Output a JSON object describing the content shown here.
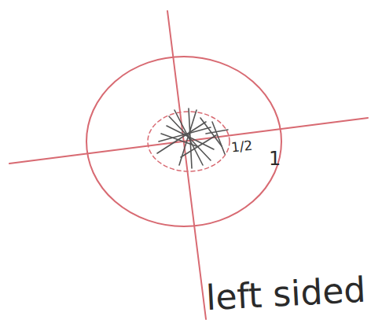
{
  "diagram": {
    "labels": [
      "1/2",
      "1",
      "left sided"
    ]
  }
}
